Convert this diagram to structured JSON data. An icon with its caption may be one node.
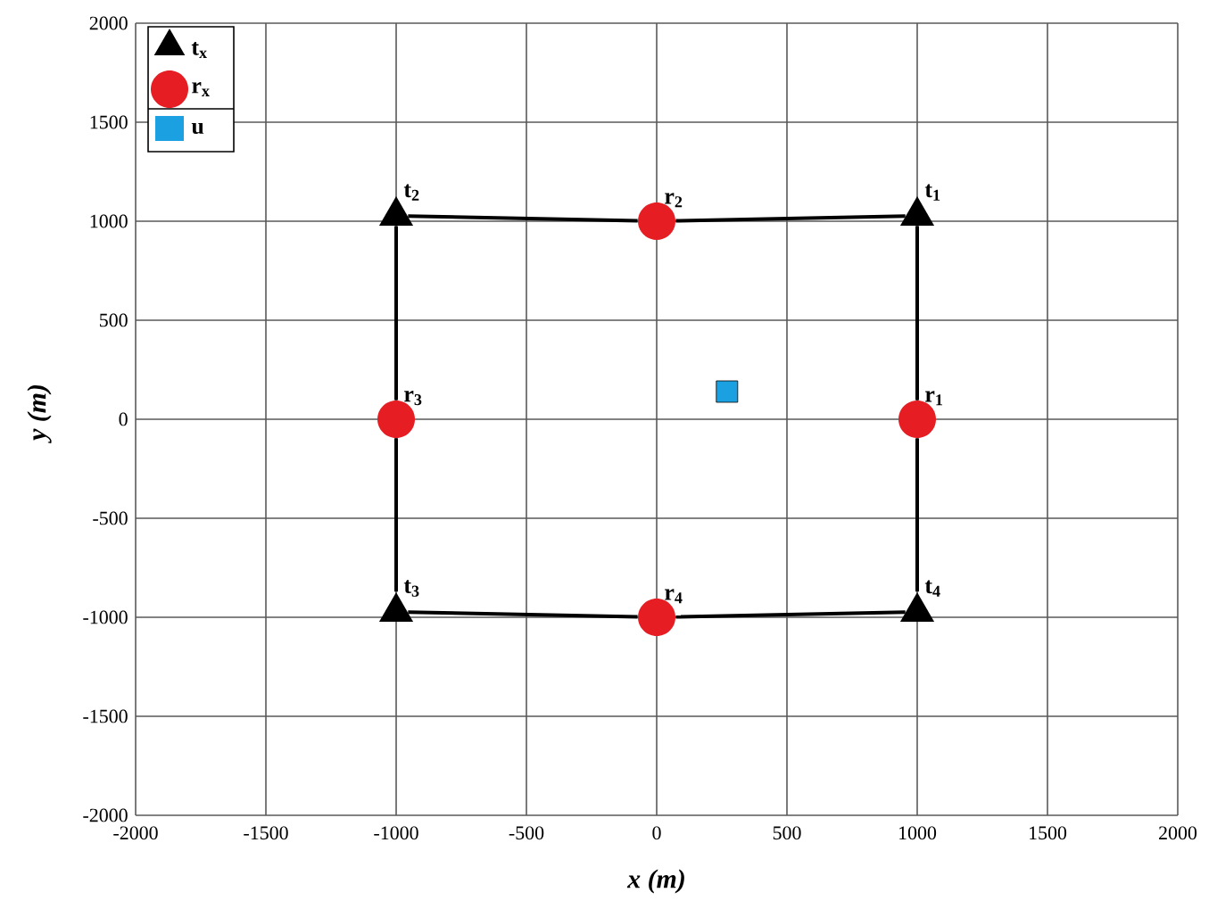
{
  "diagram": {
    "nodes": [
      {
        "text": [],
        "shape": "triangle",
        "beside": [
          "t$_{2}$"
        ]
      },
      {
        "text": [],
        "shape": "circle",
        "beside": [
          "r$_{2}$"
        ]
      },
      {
        "text": [],
        "shape": "triangle",
        "beside": [
          "t$_{1}$"
        ]
      },
      {
        "text": [],
        "shape": "circle",
        "beside": [
          "r$_{3}$"
        ]
      },
      {
        "text": [],
        "shape": "box"
      },
      {
        "text": [],
        "shape": "circle",
        "beside": [
          "r$_{1}$"
        ]
      },
      {
        "text": [],
        "shape": "triangle",
        "beside": [
          "t$_{3}$"
        ]
      },
      {
        "text": [],
        "shape": "circle",
        "beside": [
          "r$_{4}$"
        ]
      },
      {
        "text": [],
        "shape": "triangle",
        "beside": [
          "t$_{4}$"
        ]
      }
    ],
    "edges": [
      {
        "from": 0,
        "to": 1,
        "arrow": "none"
      },
      {
        "from": 1,
        "to": 2,
        "arrow": "none"
      },
      {
        "from": 2,
        "to": 5,
        "arrow": "none"
      },
      {
        "from": 5,
        "to": 8,
        "arrow": "none"
      },
      {
        "from": 8,
        "to": 7,
        "arrow": "none"
      },
      {
        "from": 7,
        "to": 6,
        "arrow": "none"
      },
      {
        "from": 6,
        "to": 3,
        "arrow": "none"
      },
      {
        "from": 3,
        "to": 0,
        "arrow": "none"
      }
    ],
    "labels": [
      "2000",
      "1500",
      "1000",
      "500",
      "y (m)",
      "0",
      "-500",
      "-1000",
      "-1500",
      "-2000",
      "-2000",
      "-1500",
      "-1000",
      "-500",
      "0",
      "500",
      "1000",
      "1500",
      "2000",
      "x (m)"
    ],
    "legend": [
      {
        "text": "t$_{x}$"
      },
      {
        "text": "r$_{x}$"
      },
      {
        "text": "u",
        "color": "#1ba1e2"
      }
    ]
  }
}
